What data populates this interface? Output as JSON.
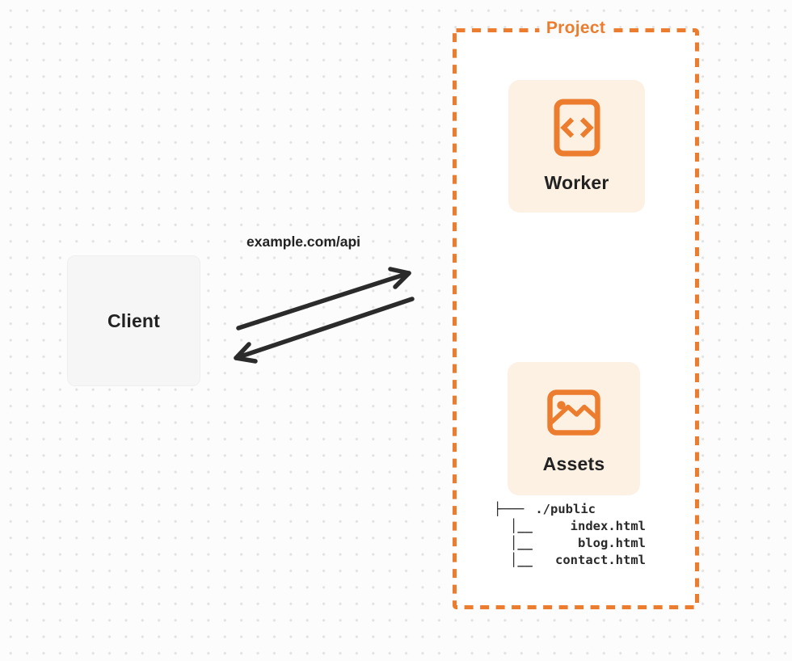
{
  "colors": {
    "page-bg": "#FCFCFC",
    "dot": "#E2E2E3",
    "orange": "#ED7D2E",
    "card-bg": "#FCF1E2",
    "client-bg": "#F6F6F7",
    "ink": "#222222",
    "arrow": "#2B2B2B",
    "tree-ink": "#2A2A2A"
  },
  "client": {
    "label": "Client"
  },
  "request": {
    "url_label": "example.com/api"
  },
  "project": {
    "label": "Project",
    "worker": {
      "label": "Worker",
      "icon": "code-file-icon"
    },
    "assets": {
      "label": "Assets",
      "icon": "image-icon"
    },
    "file_tree": {
      "rows": [
        {
          "marker": "├───",
          "name": "./public"
        },
        {
          "marker": "│__",
          "name": "index.html"
        },
        {
          "marker": "│__",
          "name": "blog.html"
        },
        {
          "marker": "│__",
          "name": "contact.html"
        }
      ]
    }
  }
}
